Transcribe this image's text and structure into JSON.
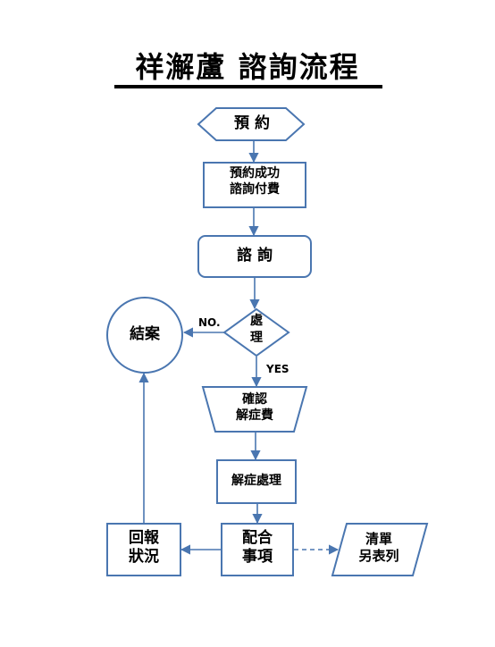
{
  "title": "祥澥蘆 諮詢流程",
  "nodes": {
    "reserve": {
      "label": "預 約"
    },
    "reserve_paid": {
      "line1": "預約成功",
      "line2": "諮詢付費"
    },
    "consult": {
      "label": "諮 詢"
    },
    "process": {
      "line1": "處",
      "line2": "理"
    },
    "close_case": {
      "label": "結案"
    },
    "confirm_fee": {
      "line1": "確認",
      "line2": "解症費"
    },
    "solve": {
      "label": "解症處理"
    },
    "coordinate": {
      "line1": "配合",
      "line2": "事項"
    },
    "report": {
      "line1": "回報",
      "line2": "狀況"
    },
    "list": {
      "line1": "清單",
      "line2": "另表列"
    }
  },
  "edges": {
    "no": "NO.",
    "yes": "YES"
  },
  "colors": {
    "stroke": "#4a76b0",
    "fill": "#ffffff",
    "text": "#000000"
  }
}
